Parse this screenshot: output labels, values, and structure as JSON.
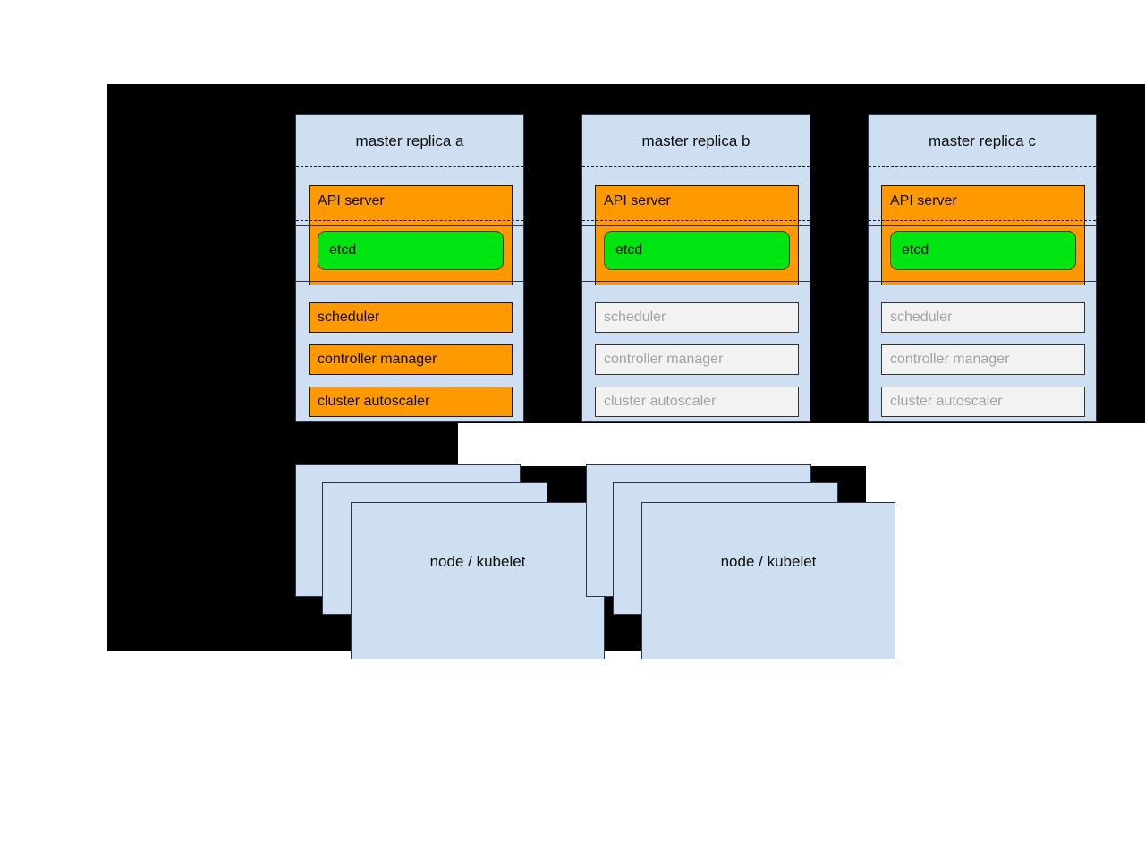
{
  "diagram": {
    "title": "kubernetes-ha-master-replicas",
    "colors": {
      "backdrop": "#000000",
      "panel_fill": "#cfdff2",
      "panel_border": "#29354a",
      "active_component": "#ff9900",
      "inactive_component": "#f2f2f2",
      "inactive_text": "#a3a3a3",
      "etcd_fill": "#00e510",
      "etcd_border": "#5a3a00",
      "text": "#0d0d0d"
    }
  },
  "replicas": [
    {
      "id": "a",
      "title": "master replica a",
      "components": [
        {
          "name": "api-server",
          "label": "API server",
          "state": "active"
        },
        {
          "name": "etcd",
          "label": "etcd",
          "state": "active"
        },
        {
          "name": "scheduler",
          "label": "scheduler",
          "state": "active"
        },
        {
          "name": "controller-manager",
          "label": "controller manager",
          "state": "active"
        },
        {
          "name": "cluster-autoscaler",
          "label": "cluster autoscaler",
          "state": "active"
        }
      ]
    },
    {
      "id": "b",
      "title": "master replica b",
      "components": [
        {
          "name": "api-server",
          "label": "API server",
          "state": "active"
        },
        {
          "name": "etcd",
          "label": "etcd",
          "state": "active"
        },
        {
          "name": "scheduler",
          "label": "scheduler",
          "state": "inactive"
        },
        {
          "name": "controller-manager",
          "label": "controller manager",
          "state": "inactive"
        },
        {
          "name": "cluster-autoscaler",
          "label": "cluster autoscaler",
          "state": "inactive"
        }
      ]
    },
    {
      "id": "c",
      "title": "master replica c",
      "components": [
        {
          "name": "api-server",
          "label": "API server",
          "state": "active"
        },
        {
          "name": "etcd",
          "label": "etcd",
          "state": "active"
        },
        {
          "name": "scheduler",
          "label": "scheduler",
          "state": "inactive"
        },
        {
          "name": "controller-manager",
          "label": "controller manager",
          "state": "inactive"
        },
        {
          "name": "cluster-autoscaler",
          "label": "cluster autoscaler",
          "state": "inactive"
        }
      ]
    }
  ],
  "nodes": [
    {
      "label": "node / kubelet"
    },
    {
      "label": "node / kubelet"
    }
  ]
}
